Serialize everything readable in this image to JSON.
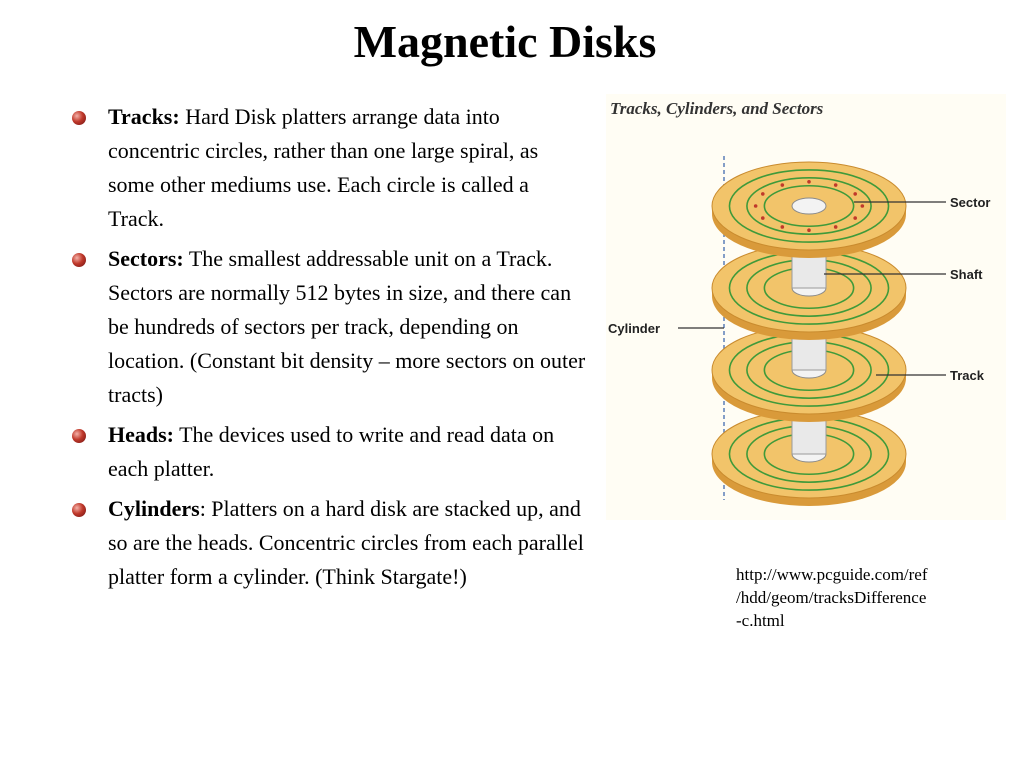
{
  "slide": {
    "title": "Magnetic Disks",
    "bullets": [
      {
        "term": "Tracks:",
        "text": " Hard Disk platters arrange data into concentric circles, rather than one large spiral, as some other mediums use.  Each circle is called a Track."
      },
      {
        "term": "Sectors:",
        "text": " The smallest addressable unit on a Track. Sectors are normally 512 bytes in size, and there can be hundreds of sectors per track, depending on location. (Constant bit density – more sectors on outer tracts)"
      },
      {
        "term": "Heads:",
        "text": " The devices used to write and read data on each platter."
      },
      {
        "term": "Cylinders",
        "text": ": Platters on a hard disk are stacked up, and so are the heads.  Concentric circles from each parallel platter form a cylinder.  (Think Stargate!)"
      }
    ]
  },
  "figure": {
    "title": "Tracks, Cylinders, and Sectors",
    "labels": {
      "sector": "Sector",
      "shaft": "Shaft",
      "cylinder": "Cylinder",
      "track": "Track"
    },
    "colors": {
      "platter": "#f2c46a",
      "platter_edge": "#d99a3a",
      "track": "#3f9a3a",
      "sector_dot": "#c0392b"
    }
  },
  "source": {
    "lines": [
      "http://www.pcguide.com/ref",
      "/hdd/geom/tracksDifference",
      "-c.html"
    ]
  }
}
